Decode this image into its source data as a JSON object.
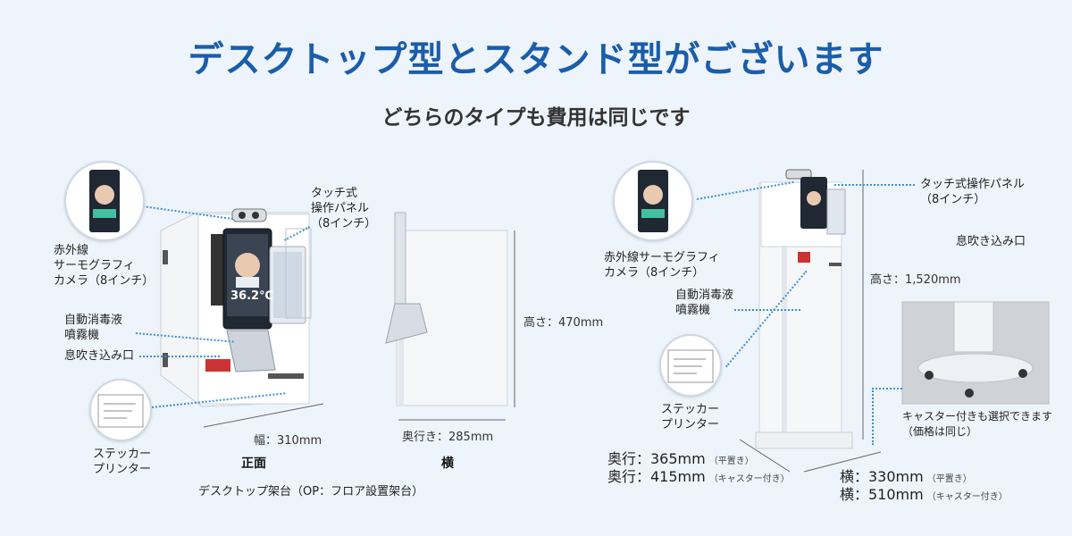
{
  "title": "デスクトップ型とスタンド型がございます",
  "subtitle": "どちらのタイプも費用は同じです",
  "desktop": {
    "camera_label": "赤外線\nサーモグラフィ\nカメラ（8インチ）",
    "touch_label": "タッチ式\n操作パネル\n（8インチ）",
    "mist_label": "自動消毒液\n噴霧機",
    "blow_label": "息吹き込み口",
    "printer_label": "ステッカー\nプリンター",
    "screen_temp": "36.2℃",
    "width_dim": "幅：310mm",
    "height_dim": "高さ：470mm",
    "depth_dim": "奥行き：285mm",
    "front_caption": "正面",
    "side_caption": "横",
    "stand_caption": "デスクトップ架台（OP：フロア設置架台）"
  },
  "stand": {
    "camera_label": "赤外線サーモグラフィ\nカメラ（8インチ）",
    "touch_label": "タッチ式操作パネル\n（8インチ）",
    "blow_label": "息吹き込み口",
    "mist_label": "自動消毒液\n噴霧機",
    "printer_label": "ステッカー\nプリンター",
    "height_dim": "高さ：1,520mm",
    "depth1": "奥行：365mm",
    "depth1_note": "（平置き）",
    "depth2": "奥行：415mm",
    "depth2_note": "（キャスター付き）",
    "width1": "横：330mm",
    "width1_note": "（平置き）",
    "width2": "横：510mm",
    "width2_note": "（キャスター付き）",
    "caster_caption": "キャスター付きも選択できます\n（価格は同じ）"
  },
  "colors": {
    "title": "#1a5dab",
    "background": "#eef4fb",
    "dotted_line": "#3d8fd6"
  }
}
